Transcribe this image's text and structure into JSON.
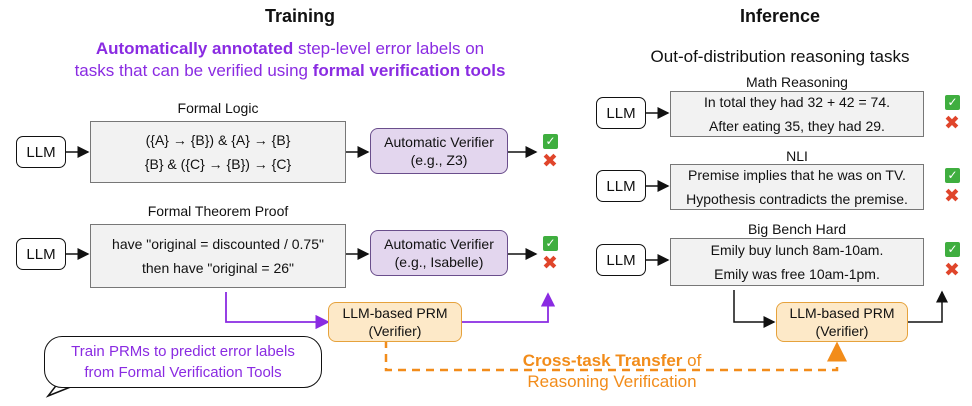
{
  "training": {
    "title": "Training",
    "subtitle_line1_bold": "Automatically annotated",
    "subtitle_line1_rest": " step-level error labels on",
    "subtitle_line2_rest": "tasks that can be verified using ",
    "subtitle_line2_bold": "formal verification tools",
    "formal_logic": {
      "label": "Formal Logic",
      "llm": "LLM",
      "lines": [
        "({A} → {B}) & {A} → {B}",
        "{B} & ({C} → {B}) → {C}"
      ],
      "verifier_line1": "Automatic Verifier",
      "verifier_line2": "(e.g., Z3)"
    },
    "theorem_proof": {
      "label": "Formal Theorem Proof",
      "llm": "LLM",
      "lines": [
        "have \"original = discounted / 0.75\"",
        "then have \"original = 26\""
      ],
      "verifier_line1": "Automatic Verifier",
      "verifier_line2": "(e.g., Isabelle)"
    },
    "prm_line1": "LLM-based PRM",
    "prm_line2": "(Verifier)",
    "bubble_line1": "Train PRMs to predict error labels",
    "bubble_line2": "from Formal Verification Tools"
  },
  "inference": {
    "title": "Inference",
    "subtitle": "Out-of-distribution reasoning tasks",
    "math": {
      "label": "Math Reasoning",
      "llm": "LLM",
      "lines": [
        "In total they had 32 + 42 = 74.",
        "After eating 35, they had 29."
      ]
    },
    "nli": {
      "label": "NLI",
      "llm": "LLM",
      "lines": [
        "Premise implies that he was on TV.",
        "Hypothesis contradicts the premise."
      ]
    },
    "bbh": {
      "label": "Big Bench Hard",
      "llm": "LLM",
      "lines": [
        "Emily buy lunch 8am-10am.",
        "Emily was free 10am-1pm."
      ]
    },
    "prm_line1": "LLM-based PRM",
    "prm_line2": "(Verifier)"
  },
  "transfer": {
    "bold": "Cross-task Transfer",
    "rest": " of",
    "line2": "Reasoning Verification"
  },
  "icons": {
    "check": "check-mark-icon",
    "cross": "cross-mark-icon"
  },
  "colors": {
    "purple": "#8a2be2",
    "orange": "#f28c1a",
    "verifier_fill": "#e3d6ee",
    "prm_fill": "#fde9c8",
    "check_green": "#3fae3f",
    "cross_red": "#e0452b"
  }
}
